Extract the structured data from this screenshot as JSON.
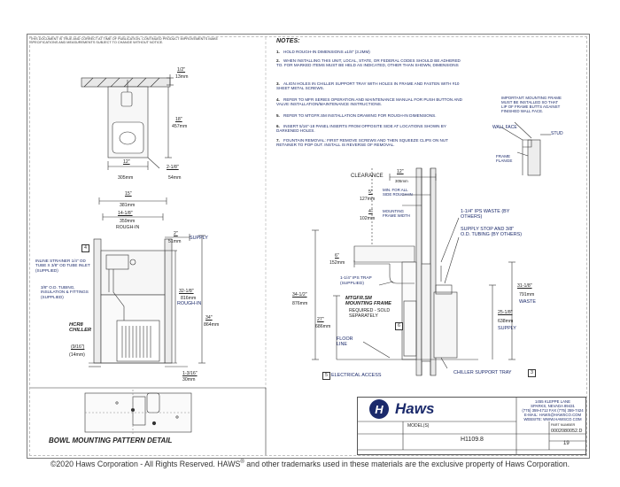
{
  "disclaimer": "THIS DOCUMENT IS TRUE AND CORRECT AT TIME OF PUBLICATION. CONTINUED PRODUCT IMPROVEMENTS MAKE SPECIFICATIONS AND MEASUREMENTS SUBJECT TO CHANGE WITHOUT NOTICE.",
  "notes": {
    "title": "NOTES:",
    "items": [
      {
        "num": "1.",
        "text": "HOLD ROUGH-IN DIMENSIONS ±1/8\" (3.2mm)"
      },
      {
        "num": "2.",
        "text": "WHEN INSTALLING THIS UNIT, LOCAL, STATE, OR FEDERAL CODES SHOULD BE ADHERED TO. FOR MARKED ITEMS MUST BE HELD AS INDICATED, OTHER THAN SHOWN, DIMENSIONS"
      },
      {
        "num": "3.",
        "text": "ALIGN HOLES IN CHILLER SUPPORT TRAY WITH HOLES IN FRAME AND FASTEN WITH #10 SHEET METAL SCREWS."
      },
      {
        "num": "4.",
        "text": "REFER TO MFR SERIES OPERATION AND MAINTENANCE MANUAL FOR PUSH BUTTON AND VALVE INSTALLATION/MAINTENANCE INSTRUCTIONS."
      },
      {
        "num": "5.",
        "text": "REFER TO MTGFR.SM INSTALLATION DRAWING FOR ROUGH-IN DIMENSIONS."
      },
      {
        "num": "6.",
        "text": "INSERT 5/16\"-18 PANEL INSERTS FROM OPPOSITE SIDE AT LOCATIONS SHOWN BY DARKENED HOLES."
      },
      {
        "num": "7.",
        "text": "FOUNTAIN REMOVAL: FIRST REMOVE SCREWS AND THEN SQUEEZE CLIPS ON NUT RETAINER TO POP OUT. INSTALL IS REVERSE OF REMOVAL."
      }
    ]
  },
  "top_view": {
    "dim_top": "1/2\"",
    "dim_top_mm": "13mm",
    "dim_depth": "18\"",
    "dim_depth_mm": "457mm",
    "dim_width": "12\"",
    "dim_width_mm": "305mm",
    "dim_side": "2-1/8\"",
    "dim_side_mm": "54mm"
  },
  "front_view": {
    "overall_width": "15\"",
    "overall_width_mm": "381mm",
    "roughin_width": "14-1/8\"",
    "roughin_width_mm": "359mm",
    "roughin_label": "ROUGH-IN",
    "supply_dim": "2\"",
    "supply_dim_mm": "51mm",
    "supply_label": "SUPPLY",
    "strainer_label": "INLINE STRAINER 1/4\" OD TUBE X 3/8\" OD TUBE INLET (SUPPLIED)",
    "tubing_label": "3/8\" O.D. TUBING, INSULATION & FITTINGS (SUPPLIED)",
    "chiller_label": "HCR8 CHILLER",
    "roughin_height": "32-1/8\"",
    "roughin_height_mm": "816mm",
    "roughin_height_label": "ROUGH-IN",
    "height": "34\"",
    "height_mm": "864mm",
    "bottom_left": "(9/16\")",
    "bottom_left_mm": "(14mm)",
    "bottom_right": "1-3/16\"",
    "bottom_right_mm": "30mm",
    "callout": "4"
  },
  "side_view": {
    "clearance_label": "CLEARANCE",
    "clearance_dim": "12\"",
    "clearance_mm": "305mm",
    "min_dim": "5\"",
    "min_mm": "127mm",
    "min_label": "MIN. FOR ALL SIDE ROUGH-IN",
    "frame_dim": "4\"",
    "frame_mm": "102mm",
    "frame_label": "MOUNTING FRAME WIDTH",
    "waste_label": "1-1/4\" IPS WASTE (BY OTHERS)",
    "supply_label": "SUPPLY STOP AND 3/8\" O.D. TUBING (BY OTHERS)",
    "six_dim": "6\"",
    "six_mm": "152mm",
    "trap_label": "1-1/4\" IPS TRAP (SUPPLIED)",
    "frame_name": "MTGFR.SM MOUNTING FRAME",
    "frame_req": "REQUIRED - SOLD SEPARATELY",
    "waste_dim": "31-1/8\"",
    "waste_mm": "791mm",
    "waste_word": "WASTE",
    "supply_dim": "25-1/8\"",
    "supply_mm": "638mm",
    "supply_word": "SUPPLY",
    "overall_dim": "34-1/2\"",
    "overall_mm": "876mm",
    "dim_27": "27\"",
    "dim_27_mm": "686mm",
    "floor_label": "FLOOR LINE",
    "electrical_label": "ELECTRICAL ACCESS",
    "tray_label": "CHILLER SUPPORT TRAY",
    "callout_5": "5",
    "callout_3": "3",
    "callout_6": "6"
  },
  "detail": {
    "important": "IMPORTANT: MOUNTING FRAME MUST BE INSTALLED SO THAT LIP OF FRAME BUTTS AGAINST FINISHED WALL FACE.",
    "wall_face": "WALL FACE",
    "stud": "STUD",
    "frame_flange": "FRAME FLANGE"
  },
  "bowl_detail": {
    "title": "BOWL MOUNTING PATTERN DETAIL"
  },
  "title_block": {
    "brand": "Haws",
    "address_lines": [
      "1455 KLEPPE LANE",
      "SPARKS, NEVADA 89431",
      "(775) 359-4712 FAX (775) 359-7424",
      "E-MAIL: HAWS@HAWSCO.COM",
      "WEBSITE: WWW.HAWSCO.COM"
    ],
    "model_label": "MODEL(S)",
    "model": "H1109.8",
    "part_number_label": "PART NUMBER",
    "part_number": "0002080052.D",
    "page_number": "19"
  },
  "footer": {
    "copyright": "©2020 Haws Corporation - All Rights Reserved.",
    "trademark_brand": "HAWS",
    "reg": "®",
    "trademark_rest": "and other trademarks used in these materials are the exclusive property of Haws Corporation."
  }
}
